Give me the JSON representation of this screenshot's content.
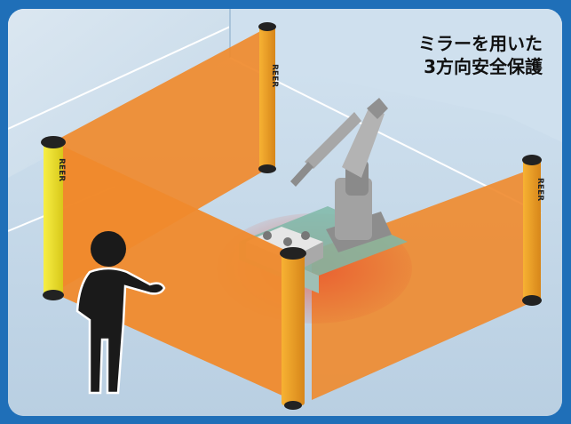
{
  "caption": {
    "line1": "ミラーを用いた",
    "line2": "3方向安全保護"
  },
  "brand_logo_text": "REER",
  "colors": {
    "frame": "#1f6fb8",
    "curtain": "#f08a2c",
    "post_orange": "#f3a222",
    "post_yellow": "#f2e61c",
    "person": "#1a1a1a",
    "robot": "#9a9a9a",
    "floor": "#c9dcec"
  }
}
